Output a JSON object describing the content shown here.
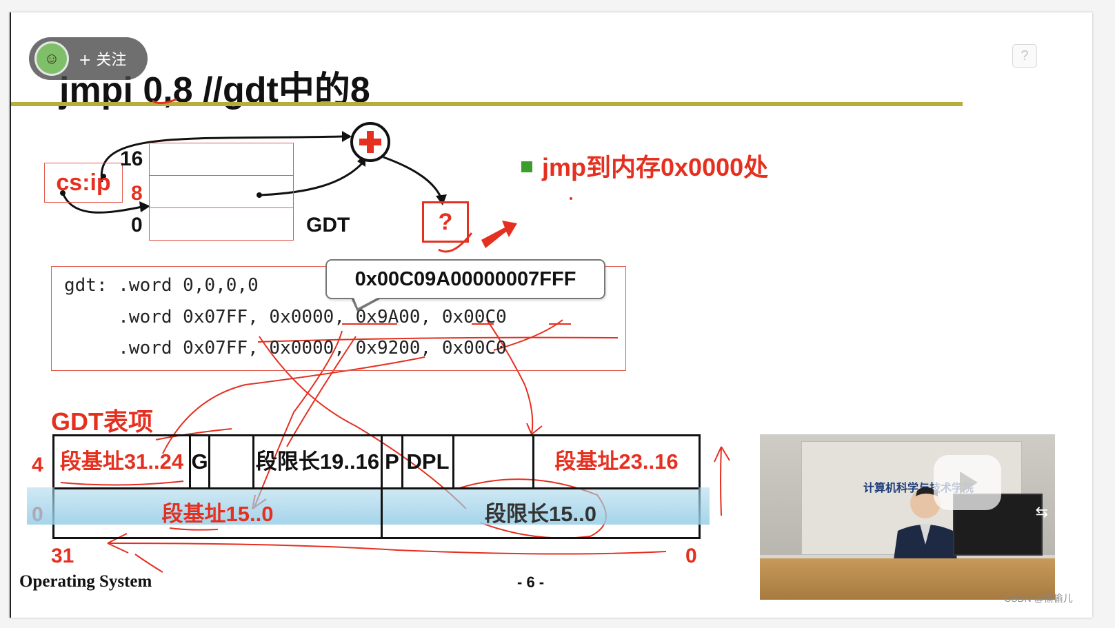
{
  "slide": {
    "title": "jmpi 0,8  //gdt中的8",
    "follow_button": "+ 关注",
    "help_icon": "?",
    "footer": "Operating System",
    "page_number": "- 6 -",
    "rule_color": "#b7ac3c"
  },
  "diagram": {
    "cs_ip": "cs:ip",
    "label_16": "16",
    "label_8": "8",
    "label_0": "0",
    "gdt_label": "GDT",
    "plus": "+",
    "question": "?",
    "bullet": "jmp到内存0x0000处"
  },
  "code": {
    "line1": "gdt: .word 0,0,0,0",
    "line2": "     .word 0x07FF, 0x0000, 0x9A00, 0x00C0",
    "line3": "     .word 0x07FF, 0x0000, 0x9200, 0x00C0",
    "callout": "0x00C09A00000007FFF"
  },
  "entry": {
    "title": "GDT表项",
    "row_label_4": "4",
    "row_label_0": "0",
    "bit_31": "31",
    "bit_0": "0",
    "cell_base_31_24": "段基址31..24",
    "cell_g": "G",
    "cell_limit_19_16": "段限长19..16",
    "cell_p": "P",
    "cell_dpl": "DPL",
    "cell_base_23_16": "段基址23..16",
    "cell_base_15_0": "段基址15..0",
    "cell_limit_15_0": "段限长15..0"
  },
  "video": {
    "sign": "计算机科学与技术学院"
  },
  "watermark": "CSDN @偷偷儿",
  "colors": {
    "accent_red": "#e52f1f",
    "bullet_green": "#3a9d2c",
    "highlight_blue": "#a9d6ea"
  },
  "icons": [
    "help-icon",
    "play-icon",
    "expand-icon",
    "avatar"
  ]
}
